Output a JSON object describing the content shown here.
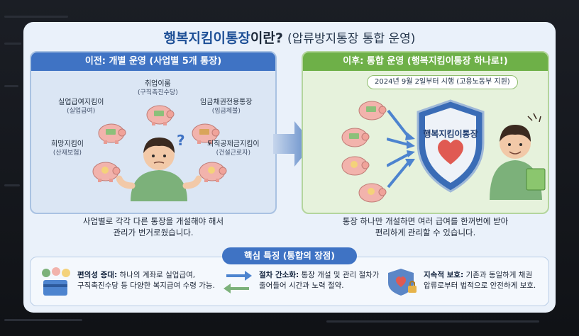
{
  "title": {
    "main": "행복지킴이통장",
    "suffix": "이란?",
    "sub": "(압류방지통장 통합 운영)"
  },
  "before": {
    "header": "이전: 개별 운영 (사업별 5개 통장)",
    "accounts": [
      {
        "name": "취업이룸",
        "sub": "(구직촉진수당)"
      },
      {
        "name": "실업급여지킴이",
        "sub": "(실업급여)"
      },
      {
        "name": "임금채권전용통장",
        "sub": "(임금체불)"
      },
      {
        "name": "희망지킴이",
        "sub": "(산재보험)"
      },
      {
        "name": "퇴직공제금지킴이",
        "sub": "(건설근로자)"
      }
    ],
    "question_mark": "?",
    "caption_line1": "사업별로 각각 다른 통장을 개설해야 해서",
    "caption_line2": "관리가 번거로웠습니다."
  },
  "after": {
    "header": "이후: 통합 운영 (행복지킴이통장 하나로!)",
    "date_note": "2024년 9월 2일부터 시행 (고용노동부 지원)",
    "shield_text": "행복지킴이통장",
    "caption_line1": "통장 하나만 개설하면 여러 급여를 한꺼번에 받아",
    "caption_line2": "편리하게 관리할 수 있습니다."
  },
  "features": {
    "header": "핵심 특징 (통합의 장점)",
    "items": [
      {
        "title": "편의성 증대:",
        "line1": "하나의 계좌로 실업급여,",
        "line2": "구직촉진수당 등 다양한 복지급여 수령 가능.",
        "icon": "wallet-card-icon"
      },
      {
        "title": "절차 간소화:",
        "line1": "통장 개설 및 관리 절차가",
        "line2": "줄어들어 시간과 노력 절약.",
        "icon": "process-arrows-icon"
      },
      {
        "title": "지속적 보호:",
        "line1": "기존과 동일하게 채권",
        "line2": "압류로부터 법적으로 안전하게 보호.",
        "icon": "shield-lock-icon"
      }
    ]
  },
  "colors": {
    "blue": "#3f73c4",
    "green": "#6eb048",
    "pig": "#f2b3ac",
    "shield": "#3a6cb6"
  }
}
